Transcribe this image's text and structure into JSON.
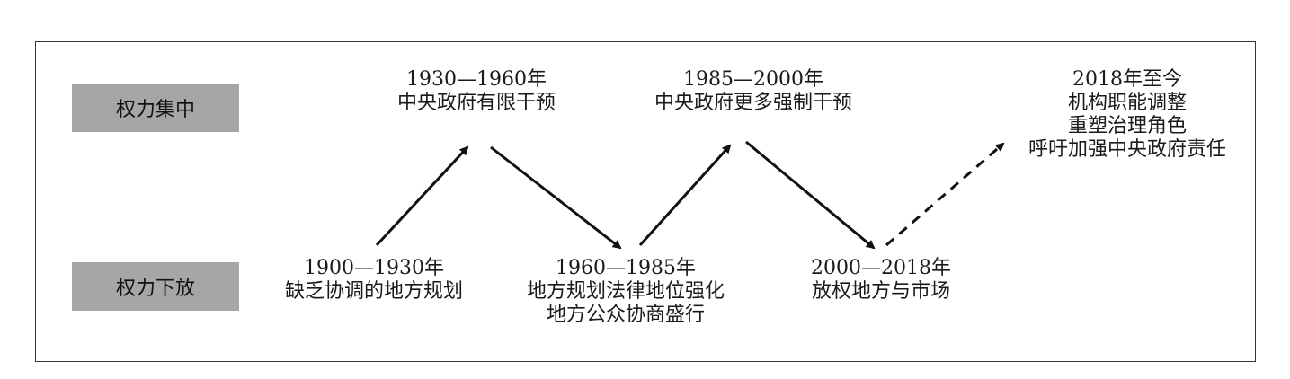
{
  "levels": {
    "top": "权力集中",
    "bottom": "权力下放"
  },
  "stages": [
    {
      "years": "1900—1930年",
      "lines": [
        "缺乏协调的地方规划"
      ],
      "level": "bottom"
    },
    {
      "years": "1930—1960年",
      "lines": [
        "中央政府有限干预"
      ],
      "level": "top"
    },
    {
      "years": "1960—1985年",
      "lines": [
        "地方规划法律地位强化",
        "地方公众协商盛行"
      ],
      "level": "bottom"
    },
    {
      "years": "1985—2000年",
      "lines": [
        "中央政府更多强制干预"
      ],
      "level": "top"
    },
    {
      "years": "2000—2018年",
      "lines": [
        "放权地方与市场"
      ],
      "level": "bottom"
    },
    {
      "years": "2018年至今",
      "lines": [
        "机构职能调整",
        "重塑治理角色",
        "呼吁加强中央政府责任"
      ],
      "level": "top"
    }
  ],
  "transitions": [
    {
      "from": 0,
      "to": 1,
      "style": "solid"
    },
    {
      "from": 1,
      "to": 2,
      "style": "solid"
    },
    {
      "from": 2,
      "to": 3,
      "style": "solid"
    },
    {
      "from": 3,
      "to": 4,
      "style": "solid"
    },
    {
      "from": 4,
      "to": 5,
      "style": "dashed"
    }
  ]
}
